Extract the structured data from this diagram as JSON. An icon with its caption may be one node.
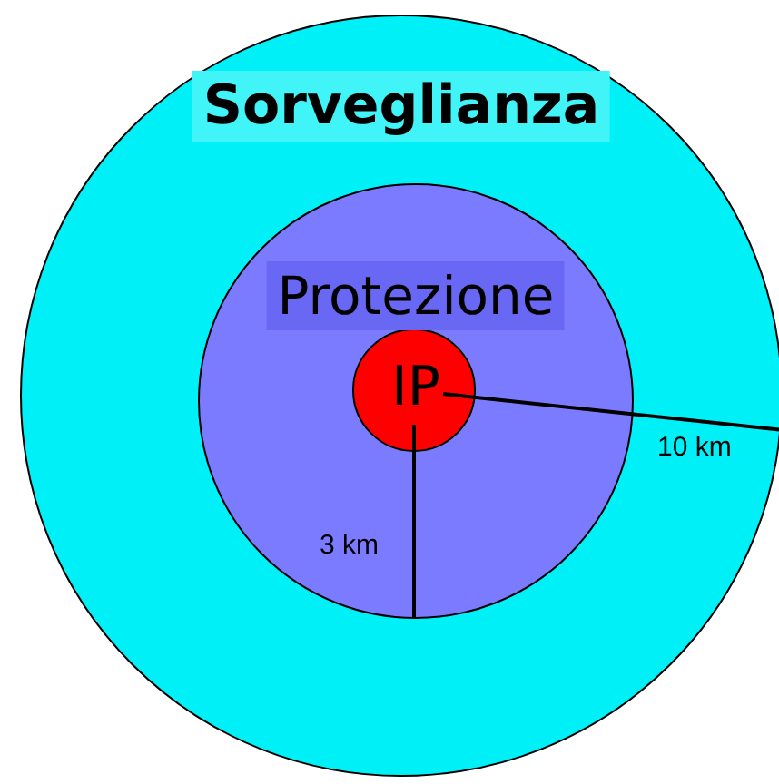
{
  "diagram": {
    "nodes": [
      {
        "text": [
          "Sorveglianza"
        ]
      },
      {
        "text": [
          "Protezione"
        ],
        "in": 0
      },
      {
        "text": [
          "IP"
        ],
        "in": 1
      }
    ],
    "labels": [
      "10 km",
      "3 km"
    ]
  }
}
